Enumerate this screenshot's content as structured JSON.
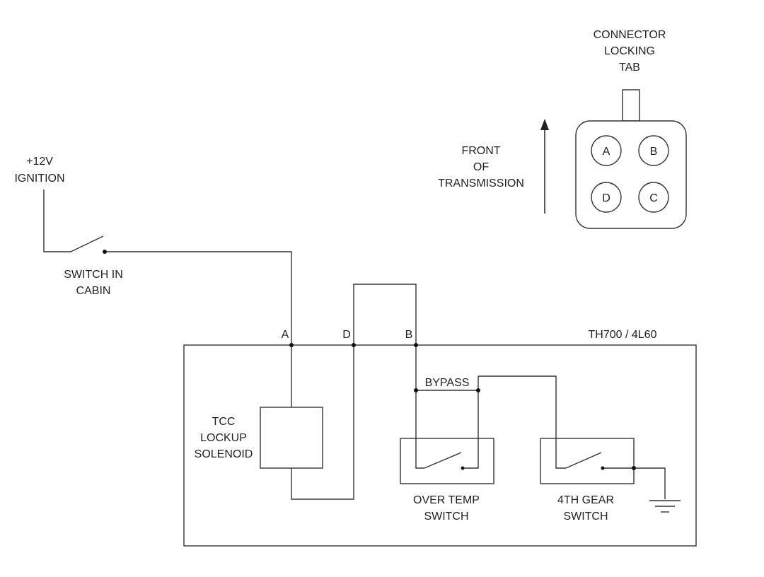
{
  "colors": {
    "line": "#333333",
    "text": "#222222",
    "background": "#ffffff"
  },
  "power": {
    "voltage": "+12V",
    "source": "IGNITION"
  },
  "cabin_switch": {
    "line1": "SWITCH IN",
    "line2": "CABIN"
  },
  "transmission": {
    "label": "TH700 / 4L60"
  },
  "pins": {
    "a": "A",
    "b": "B",
    "c": "C",
    "d": "D"
  },
  "solenoid": {
    "line1": "TCC",
    "line2": "LOCKUP",
    "line3": "SOLENOID"
  },
  "bypass": {
    "label": "BYPASS"
  },
  "over_temp_switch": {
    "line1": "OVER TEMP",
    "line2": "SWITCH"
  },
  "fourth_gear_switch": {
    "line1": "4TH GEAR",
    "line2": "SWITCH"
  },
  "connector": {
    "tab_line1": "CONNECTOR",
    "tab_line2": "LOCKING",
    "tab_line3": "TAB",
    "pins": [
      "A",
      "B",
      "D",
      "C"
    ]
  },
  "orientation": {
    "line1": "FRONT",
    "line2": "OF",
    "line3": "TRANSMISSION"
  },
  "icons": {
    "ground": "ground-symbol-icon",
    "arrow": "arrow-up-icon"
  }
}
